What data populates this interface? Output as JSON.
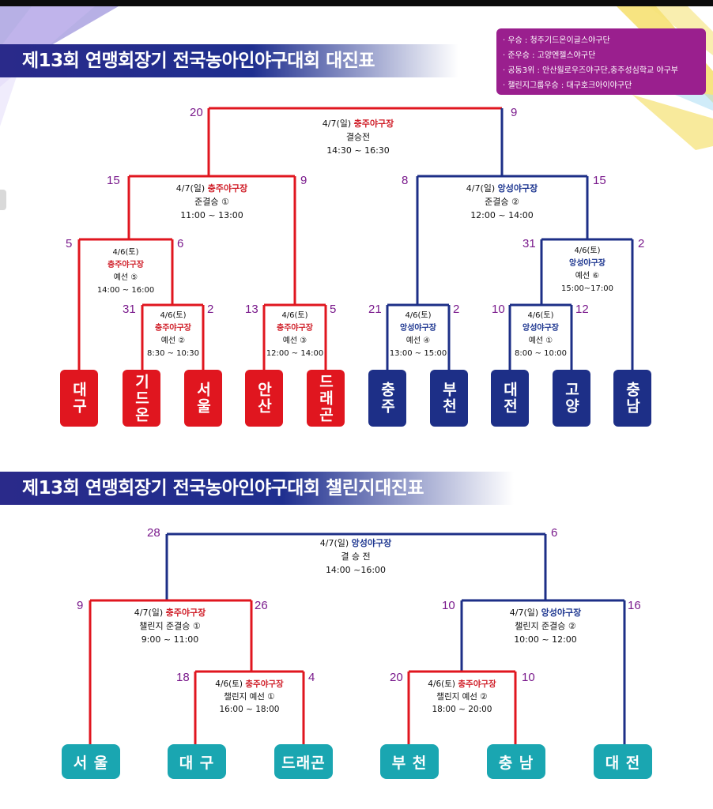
{
  "colors": {
    "red": "#e0161f",
    "blue": "#1d2f87",
    "teal": "#1aa6b1",
    "score": "#7a1a8c",
    "legend_bg": "#9a1f8e"
  },
  "main": {
    "title": "제13회 연맹회장기 전국농아인야구대회 대진표",
    "legend": [
      "· 우승 : 청주기드온이글스야구단",
      "· 준우승 : 고양엔젤스야구단",
      "· 공동3위 : 안산윌로우즈야구단,충주성심학교 야구부",
      "· 챌린지그룹우승 : 대구호크아이야구단"
    ],
    "final": {
      "date": "4/7(일)",
      "venue": "충주야구장",
      "name": "결승전",
      "time": "14:30 ~ 16:30",
      "score_left": "20",
      "score_right": "9"
    },
    "semi1": {
      "date": "4/7(일)",
      "venue": "충주야구장",
      "name": "준결승 ①",
      "time": "11:00 ~ 13:00",
      "score_left": "15",
      "score_right": "9"
    },
    "semi2": {
      "date": "4/7(일)",
      "venue": "앙성야구장",
      "name": "준결승 ②",
      "time": "12:00 ~ 14:00",
      "score_left": "8",
      "score_right": "15"
    },
    "p5": {
      "date": "4/6(토)",
      "venue": "충주야구장",
      "name": "예선 ⑤",
      "time": "14:00 ~ 16:00",
      "score_left": "5",
      "score_right": "6"
    },
    "p2": {
      "date": "4/6(토)",
      "venue": "충주야구장",
      "name": "예선 ②",
      "time": "8:30 ~ 10:30",
      "score_left": "31",
      "score_right": "2"
    },
    "p3": {
      "date": "4/6(토)",
      "venue": "충주야구장",
      "name": "예선 ③",
      "time": "12:00 ~ 14:00",
      "score_left": "13",
      "score_right": "5"
    },
    "p4": {
      "date": "4/6(토)",
      "venue": "앙성야구장",
      "name": "예선 ④",
      "time": "13:00 ~ 15:00",
      "score_left": "21",
      "score_right": "2"
    },
    "p6": {
      "date": "4/6(토)",
      "venue": "앙성야구장",
      "name": "예선 ⑥",
      "time": "15:00~17:00",
      "score_left": "31",
      "score_right": "2"
    },
    "p1": {
      "date": "4/6(토)",
      "venue": "앙성야구장",
      "name": "예선 ①",
      "time": "8:00 ~ 10:00",
      "score_left": "10",
      "score_right": "12"
    },
    "teams": [
      "대구",
      "기드온",
      "서울",
      "안산",
      "드래곤",
      "충주",
      "부천",
      "대전",
      "고양",
      "충남"
    ]
  },
  "challenge": {
    "title": "제13회 연맹회장기 전국농아인야구대회 챌린지대진표",
    "final": {
      "date": "4/7(일)",
      "venue": "앙성야구장",
      "name": "결 승 전",
      "time": "14:00 ~16:00",
      "score_left": "28",
      "score_right": "6"
    },
    "semi1": {
      "date": "4/7(일)",
      "venue": "충주야구장",
      "name": "챌린지 준결승 ①",
      "time": "9:00 ~ 11:00",
      "score_left": "9",
      "score_right": "26"
    },
    "semi2": {
      "date": "4/7(일)",
      "venue": "앙성야구장",
      "name": "챌린지 준결승 ②",
      "time": "10:00 ~ 12:00",
      "score_left": "10",
      "score_right": "16"
    },
    "p1": {
      "date": "4/6(토)",
      "venue": "충주야구장",
      "name": "챌린지 예선 ①",
      "time": "16:00 ~ 18:00",
      "score_left": "18",
      "score_right": "4"
    },
    "p2": {
      "date": "4/6(토)",
      "venue": "충주야구장",
      "name": "챌린지 예선 ②",
      "time": "18:00 ~ 20:00",
      "score_left": "20",
      "score_right": "10"
    },
    "teams": [
      "서 울",
      "대 구",
      "드래곤",
      "부 천",
      "충 남",
      "대 전"
    ]
  }
}
